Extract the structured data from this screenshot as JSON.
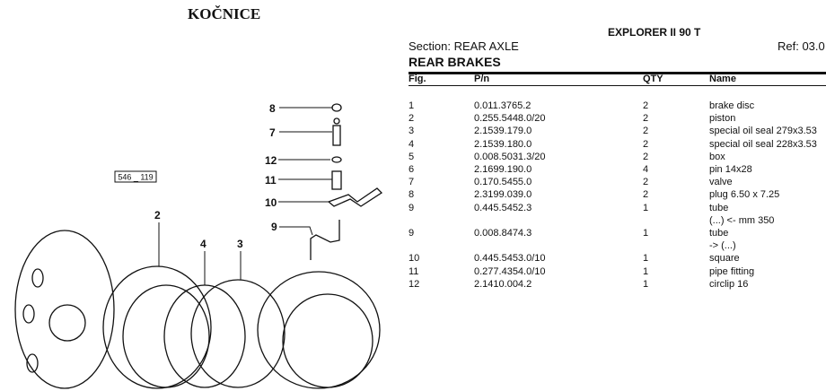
{
  "document": {
    "title": "KOČNICE",
    "model": "EXPLORER II 90 T",
    "section": "Section: REAR AXLE",
    "ref": "Ref: 03.0",
    "heading": "REAR BRAKES"
  },
  "table": {
    "headers": [
      "Fig.",
      "P/n",
      "QTY",
      "Name"
    ],
    "rows": [
      {
        "fig": "1",
        "pn": "0.011.3765.2",
        "qty": "2",
        "name": "brake disc"
      },
      {
        "fig": "2",
        "pn": "0.255.5448.0/20",
        "qty": "2",
        "name": "piston"
      },
      {
        "fig": "3",
        "pn": "2.1539.179.0",
        "qty": "2",
        "name": "special oil seal 279x3.53"
      },
      {
        "fig": "4",
        "pn": "2.1539.180.0",
        "qty": "2",
        "name": "special oil seal 228x3.53"
      },
      {
        "fig": "5",
        "pn": "0.008.5031.3/20",
        "qty": "2",
        "name": "box"
      },
      {
        "fig": "6",
        "pn": "2.1699.190.0",
        "qty": "4",
        "name": "pin 14x28"
      },
      {
        "fig": "7",
        "pn": "0.170.5455.0",
        "qty": "2",
        "name": "valve"
      },
      {
        "fig": "8",
        "pn": "2.3199.039.0",
        "qty": "2",
        "name": "plug 6.50 x 7.25"
      },
      {
        "fig": "9",
        "pn": "0.445.5452.3",
        "qty": "1",
        "name": "tube"
      },
      {
        "fig": "",
        "pn": "",
        "qty": "",
        "name": "(...) <- mm 350"
      },
      {
        "fig": "9",
        "pn": "0.008.8474.3",
        "qty": "1",
        "name": "tube"
      },
      {
        "fig": "",
        "pn": "",
        "qty": "",
        "name": "-> (...)"
      },
      {
        "fig": "10",
        "pn": "0.445.5453.0/10",
        "qty": "1",
        "name": "square"
      },
      {
        "fig": "11",
        "pn": "0.277.4354.0/10",
        "qty": "1",
        "name": "pipe fitting"
      },
      {
        "fig": "12",
        "pn": "2.1410.004.2",
        "qty": "1",
        "name": "circlip 16"
      }
    ]
  },
  "diagram": {
    "ref_code": "546 _ 119",
    "callouts": [
      "8",
      "7",
      "12",
      "11",
      "10",
      "9",
      "2",
      "4",
      "3"
    ]
  }
}
